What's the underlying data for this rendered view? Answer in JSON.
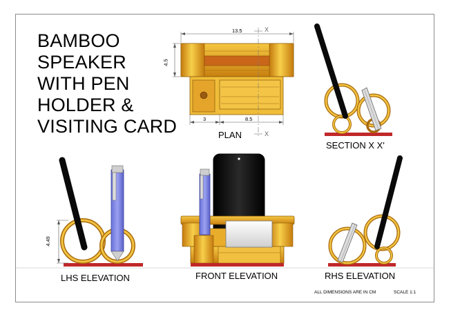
{
  "title_lines": [
    "BAMBOO",
    "SPEAKER",
    "WITH PEN",
    "HOLDER &",
    "VISITING CARD"
  ],
  "views": {
    "plan": "PLAN",
    "section": "SECTION X X'",
    "lhs": "LHS ELEVATION",
    "front": "FRONT  ELEVATION",
    "rhs": "RHS ELEVATION"
  },
  "dimensions": {
    "width": "13.5",
    "depth": "4.5",
    "left_part": "3",
    "right_part": "8.5",
    "height": "4.49",
    "section_mark_top": "X",
    "section_mark_bottom": "X"
  },
  "notes": {
    "units": "ALL DIMENSIONS ARE IN CM",
    "scale": "SCALE 1:1"
  },
  "colors": {
    "bamboo_light": "#f5c742",
    "bamboo_mid": "#e8a71c",
    "bamboo_dark": "#c57a0e",
    "base_red": "#c0282a",
    "pen_blue": "#7c84e6",
    "phone_black": "#0d0d0d"
  }
}
